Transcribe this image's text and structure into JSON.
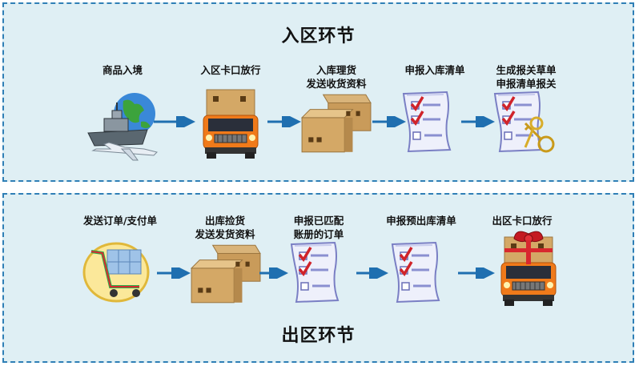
{
  "inbound": {
    "title": "入区环节",
    "steps": [
      {
        "line1": "商品入境",
        "line2": ""
      },
      {
        "line1": "入区卡口放行",
        "line2": ""
      },
      {
        "line1": "入库理货",
        "line2": "发送收货资料"
      },
      {
        "line1": "申报入库清单",
        "line2": ""
      },
      {
        "line1": "生成报关草单",
        "line2": "申报清单报关"
      }
    ]
  },
  "outbound": {
    "title": "出区环节",
    "steps": [
      {
        "line1": "发送订单/支付单",
        "line2": ""
      },
      {
        "line1": "出库捡货",
        "line2": "发送发货资料"
      },
      {
        "line1": "申报已匹配",
        "line2": "账册的订单"
      },
      {
        "line1": "申报预出库清单",
        "line2": ""
      },
      {
        "line1": "出区卡口放行",
        "line2": ""
      }
    ]
  },
  "colors": {
    "panel_bg": "#dfeff4",
    "border": "#2f7fb6",
    "arrow": "#1f6fb0"
  },
  "icons": {
    "inbound": [
      "ship-globe-plane-icon",
      "truck-boxes-icon",
      "cardboard-boxes-icon",
      "checklist-icon",
      "checklist-keys-icon"
    ],
    "outbound": [
      "shopping-cart-icon",
      "cardboard-boxes-icon",
      "checklist-icon",
      "checklist-icon",
      "gift-truck-icon"
    ]
  }
}
